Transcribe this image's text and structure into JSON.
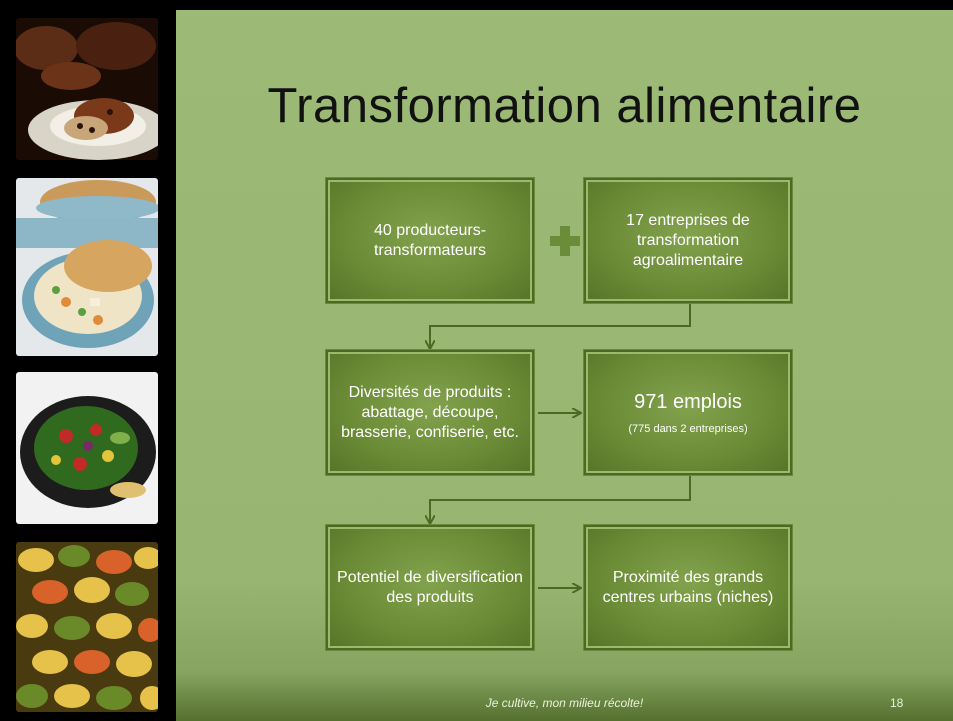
{
  "slide": {
    "title": "Transformation alimentaire",
    "footer": "Je cultive, mon milieu récolte!",
    "page_number": "18"
  },
  "boxes": {
    "producers": "40 producteurs-transformateurs",
    "companies": "17 entreprises de transformation agroalimentaire",
    "diversity": "Diversités de produits  : abattage, découpe, brasserie, confiserie, etc.",
    "jobs_main": "971 emplois",
    "jobs_sub": "(775 dans 2 entreprises)",
    "potential": "Potentiel de diversification des produits",
    "proximity": "Proximité des grands centres urbains (niches)"
  },
  "colors": {
    "background": "#9cba76",
    "box_fill": "#6a8a36",
    "connector": "#4d6a22",
    "text": "#ffffff"
  },
  "icons": [
    "plus-icon",
    "arrow-down-icon",
    "arrow-right-icon"
  ]
}
